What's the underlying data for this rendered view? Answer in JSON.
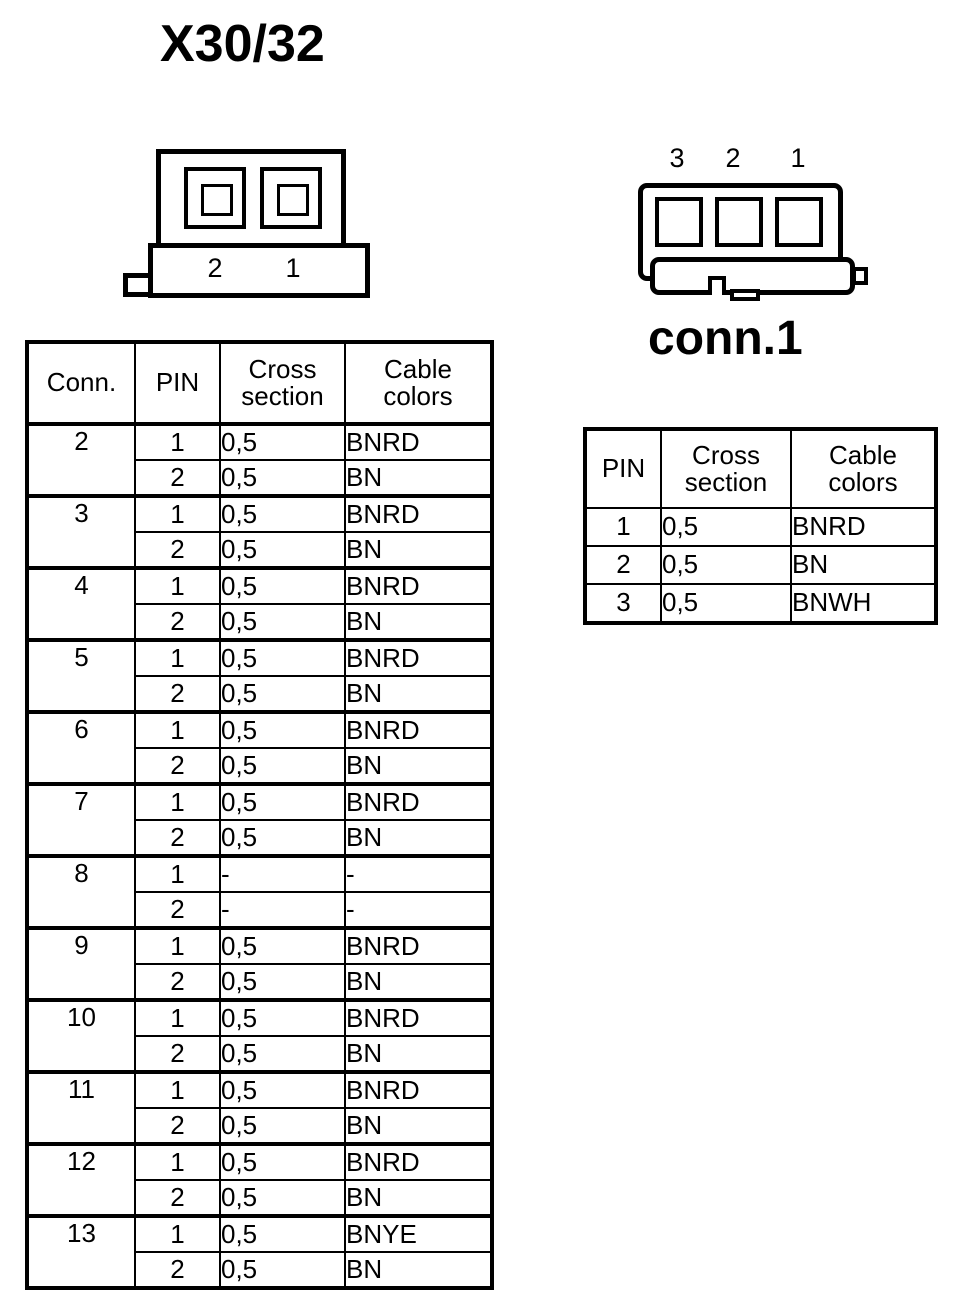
{
  "page": {
    "title": "X30/32"
  },
  "left_connector": {
    "name": "X30/32 connector",
    "pin_labels": [
      "2",
      "1"
    ]
  },
  "right_connector": {
    "label": "conn.1",
    "pin_numbers": [
      "3",
      "2",
      "1"
    ]
  },
  "main_table": {
    "headers": {
      "conn": "Conn.",
      "pin": "PIN",
      "cross_section_line1": "Cross",
      "cross_section_line2": "section",
      "cable_colors_line1": "Cable",
      "cable_colors_line2": "colors"
    },
    "groups": [
      {
        "conn": "2",
        "rows": [
          {
            "pin": "1",
            "cross_section": "0,5",
            "cable_colors": "BNRD"
          },
          {
            "pin": "2",
            "cross_section": "0,5",
            "cable_colors": "BN"
          }
        ]
      },
      {
        "conn": "3",
        "rows": [
          {
            "pin": "1",
            "cross_section": "0,5",
            "cable_colors": "BNRD"
          },
          {
            "pin": "2",
            "cross_section": "0,5",
            "cable_colors": "BN"
          }
        ]
      },
      {
        "conn": "4",
        "rows": [
          {
            "pin": "1",
            "cross_section": "0,5",
            "cable_colors": "BNRD"
          },
          {
            "pin": "2",
            "cross_section": "0,5",
            "cable_colors": "BN"
          }
        ]
      },
      {
        "conn": "5",
        "rows": [
          {
            "pin": "1",
            "cross_section": "0,5",
            "cable_colors": "BNRD"
          },
          {
            "pin": "2",
            "cross_section": "0,5",
            "cable_colors": "BN"
          }
        ]
      },
      {
        "conn": "6",
        "rows": [
          {
            "pin": "1",
            "cross_section": "0,5",
            "cable_colors": "BNRD"
          },
          {
            "pin": "2",
            "cross_section": "0,5",
            "cable_colors": "BN"
          }
        ]
      },
      {
        "conn": "7",
        "rows": [
          {
            "pin": "1",
            "cross_section": "0,5",
            "cable_colors": "BNRD"
          },
          {
            "pin": "2",
            "cross_section": "0,5",
            "cable_colors": "BN"
          }
        ]
      },
      {
        "conn": "8",
        "rows": [
          {
            "pin": "1",
            "cross_section": "-",
            "cable_colors": "-"
          },
          {
            "pin": "2",
            "cross_section": "-",
            "cable_colors": "-"
          }
        ]
      },
      {
        "conn": "9",
        "rows": [
          {
            "pin": "1",
            "cross_section": "0,5",
            "cable_colors": "BNRD"
          },
          {
            "pin": "2",
            "cross_section": "0,5",
            "cable_colors": "BN"
          }
        ]
      },
      {
        "conn": "10",
        "rows": [
          {
            "pin": "1",
            "cross_section": "0,5",
            "cable_colors": "BNRD"
          },
          {
            "pin": "2",
            "cross_section": "0,5",
            "cable_colors": "BN"
          }
        ]
      },
      {
        "conn": "11",
        "rows": [
          {
            "pin": "1",
            "cross_section": "0,5",
            "cable_colors": "BNRD"
          },
          {
            "pin": "2",
            "cross_section": "0,5",
            "cable_colors": "BN"
          }
        ]
      },
      {
        "conn": "12",
        "rows": [
          {
            "pin": "1",
            "cross_section": "0,5",
            "cable_colors": "BNRD"
          },
          {
            "pin": "2",
            "cross_section": "0,5",
            "cable_colors": "BN"
          }
        ]
      },
      {
        "conn": "13",
        "rows": [
          {
            "pin": "1",
            "cross_section": "0,5",
            "cable_colors": "BNYE"
          },
          {
            "pin": "2",
            "cross_section": "0,5",
            "cable_colors": "BN"
          }
        ]
      }
    ]
  },
  "conn1_table": {
    "headers": {
      "pin": "PIN",
      "cross_section_line1": "Cross",
      "cross_section_line2": "section",
      "cable_colors_line1": "Cable",
      "cable_colors_line2": "colors"
    },
    "rows": [
      {
        "pin": "1",
        "cross_section": "0,5",
        "cable_colors": "BNRD"
      },
      {
        "pin": "2",
        "cross_section": "0,5",
        "cable_colors": "BN"
      },
      {
        "pin": "3",
        "cross_section": "0,5",
        "cable_colors": "BNWH"
      }
    ]
  },
  "colors": {
    "ink": "#000000",
    "paper": "#ffffff"
  }
}
